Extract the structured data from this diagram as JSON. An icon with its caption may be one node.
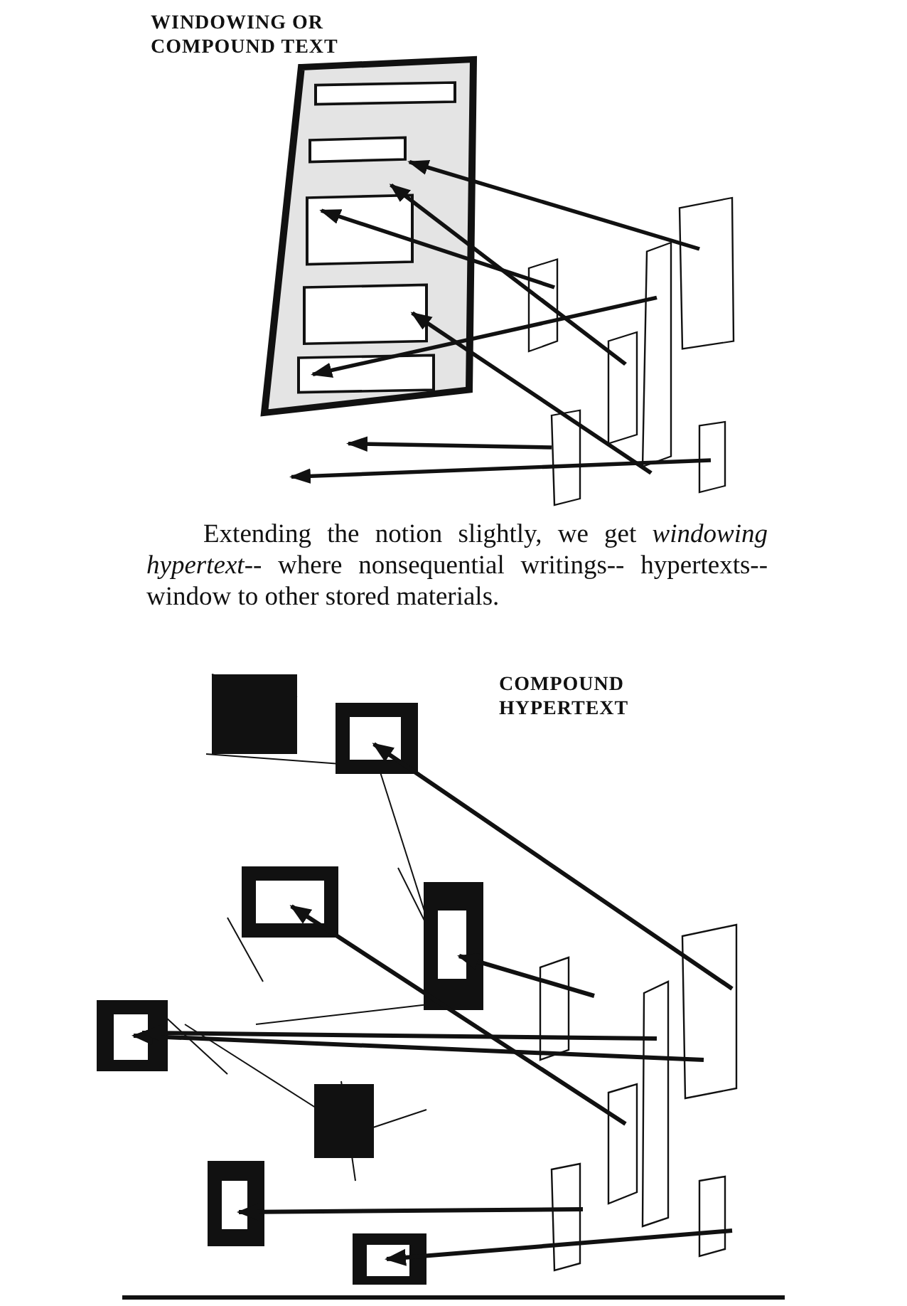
{
  "diagram": {
    "labels": [
      "WINDOWING OR COMPOUND TEXT",
      "Extending the notion slightly, we get *windowing hypertext*-- where nonsequential writings-- hypertexts-- window to other stored materials.",
      "COMPOUND HYPERTEXT"
    ]
  }
}
